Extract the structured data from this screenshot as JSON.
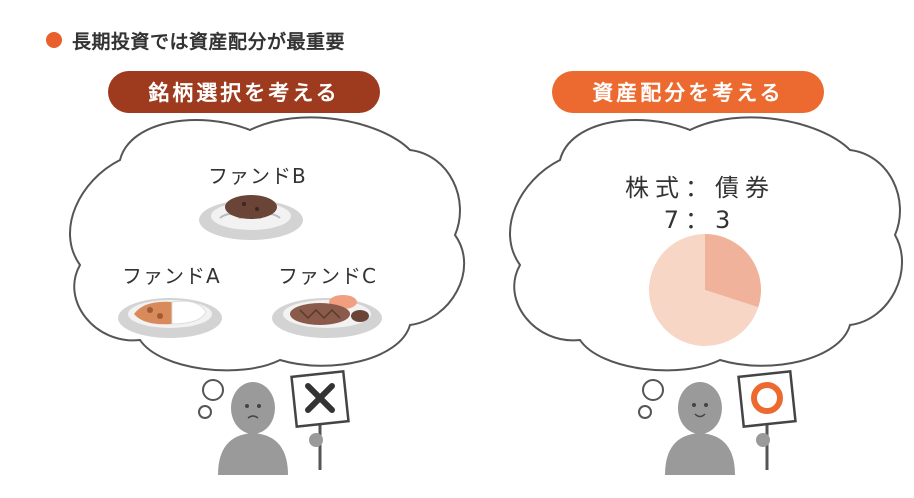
{
  "header": {
    "text": "長期投資では資産配分が最重要"
  },
  "left_panel": {
    "title": "銘柄選択を考える",
    "funds": [
      {
        "label": "ファンドB",
        "food": "spaghetti-icon"
      },
      {
        "label": "ファンドA",
        "food": "curry-rice-icon"
      },
      {
        "label": "ファンドC",
        "food": "hamburg-steak-icon"
      }
    ],
    "sign": "cross-mark-icon"
  },
  "right_panel": {
    "title": "資産配分を考える",
    "ratio_labels": "株式：債券",
    "ratio_values": "7：3",
    "sign": "circle-mark-icon"
  },
  "chart_data": {
    "type": "pie",
    "categories": [
      "株式",
      "債券"
    ],
    "values": [
      7,
      3
    ],
    "colors": [
      "#f7d6c6",
      "#f0b29a"
    ]
  },
  "colors": {
    "bullet": "#e8602c",
    "left_pill": "#9e3b1e",
    "right_pill": "#ec6a2f",
    "person": "#9a9a9a",
    "cloud_stroke": "#555555"
  }
}
